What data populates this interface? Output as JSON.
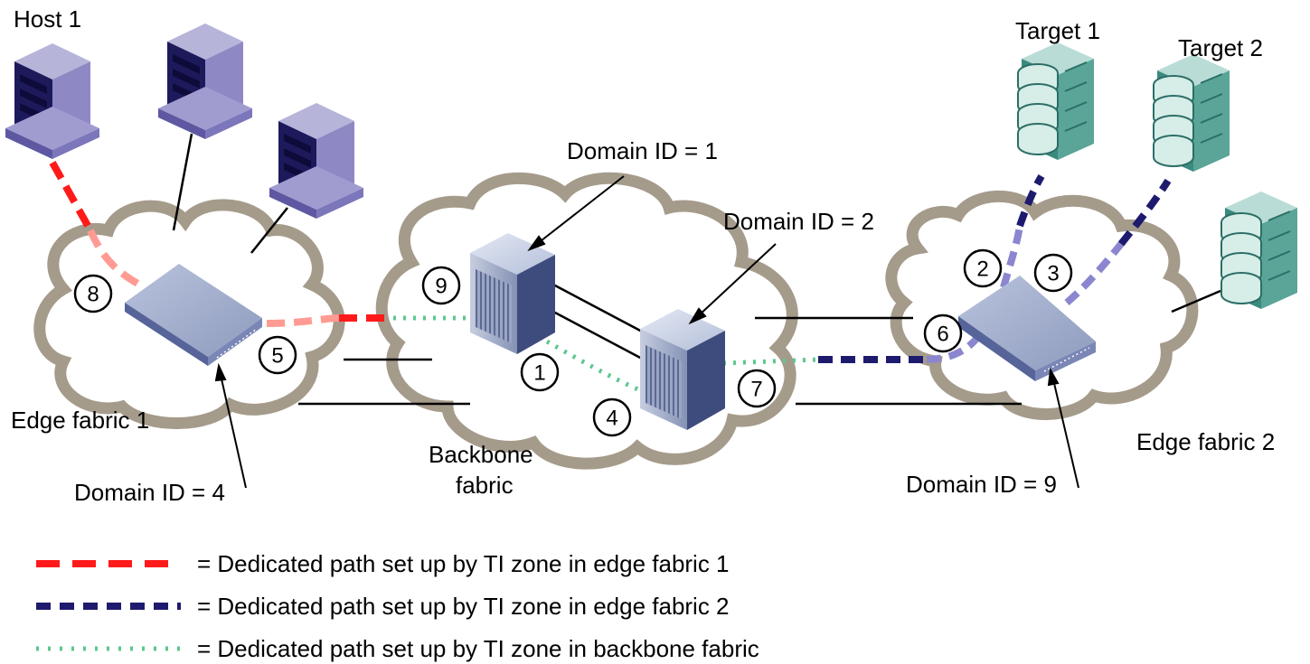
{
  "labels": {
    "host1": "Host 1",
    "target1": "Target 1",
    "target2": "Target 2",
    "domain_id_1": "Domain ID = 1",
    "domain_id_2": "Domain ID = 2",
    "domain_id_4": "Domain ID = 4",
    "domain_id_9": "Domain ID = 9",
    "edge_fabric_1": "Edge fabric 1",
    "edge_fabric_2": "Edge fabric 2",
    "backbone_line1": "Backbone",
    "backbone_line2": "fabric"
  },
  "ports": [
    "1",
    "2",
    "3",
    "4",
    "5",
    "6",
    "7",
    "8",
    "9"
  ],
  "legend": [
    {
      "text": "= Dedicated path set up by TI zone in edge fabric 1",
      "color": "#ff1a1a",
      "style": "dashed"
    },
    {
      "text": "= Dedicated path set up by TI zone in edge fabric 2",
      "color": "#1e1b6e",
      "style": "dashed"
    },
    {
      "text": "= Dedicated path set up by TI zone in backbone fabric",
      "color": "#5dc88e",
      "style": "dotted"
    }
  ],
  "colors": {
    "cloud_outline": "#a59b8b",
    "host": "#2a2470",
    "storage": "#3f8a80",
    "switch": "#9aa6c7",
    "director": "#3d4c7c"
  }
}
